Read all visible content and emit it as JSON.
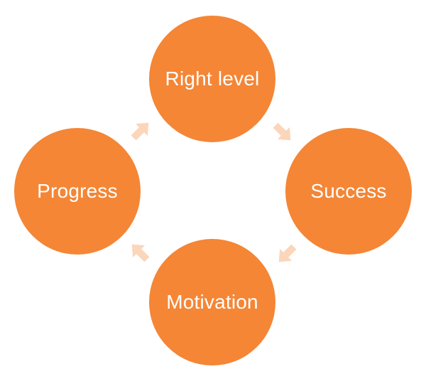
{
  "diagram": {
    "nodes": {
      "top": "Right level",
      "right": "Success",
      "bottom": "Motivation",
      "left": "Progress"
    },
    "colors": {
      "node_fill": "#f48636",
      "node_text": "#ffffff",
      "arrow_fill": "#fbd6bb"
    },
    "arrows": [
      {
        "from": "Right level",
        "to": "Success",
        "icon": "arrow-down-right-icon"
      },
      {
        "from": "Success",
        "to": "Motivation",
        "icon": "arrow-down-left-icon"
      },
      {
        "from": "Motivation",
        "to": "Progress",
        "icon": "arrow-up-left-icon"
      },
      {
        "from": "Progress",
        "to": "Right level",
        "icon": "arrow-up-right-icon"
      }
    ]
  }
}
